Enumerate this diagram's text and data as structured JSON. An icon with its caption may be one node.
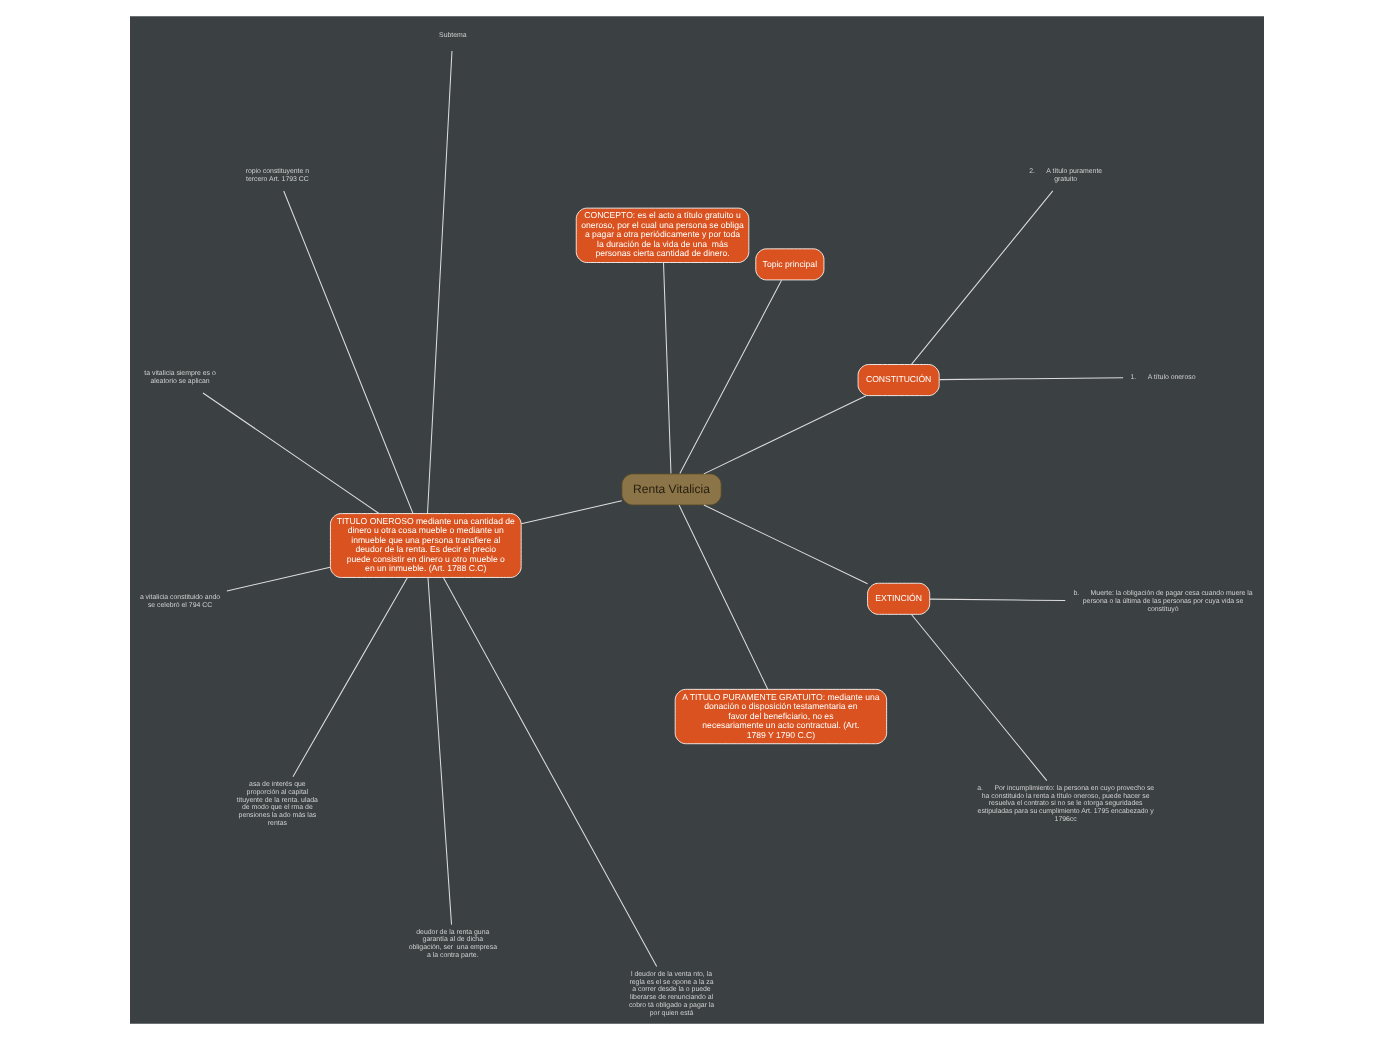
{
  "diagram": {
    "nodes": [
      {
        "text": [
          "Renta Vitalicia"
        ]
      },
      {
        "text": [
          "CONSTITUCIÓN"
        ]
      },
      {
        "text": [
          "1.      A título oneroso"
        ]
      },
      {
        "text": [
          "2.      A título puramente gratuito"
        ]
      },
      {
        "text": [
          "Topic principal"
        ]
      },
      {
        "text": [
          "CONCEPTO: es el acto a título gratuito u oneroso, por el cual una persona se obliga a pagar a otra periódicamente y por toda la duración de la vida de una  más personas cierta cantidad de dinero."
        ]
      },
      {
        "text": [
          "TITULO ONEROSO mediante una cantidad de dinero u otra cosa mueble o mediante un inmueble que una persona transfiere al deudor de la renta. Es decir el precio puede consistir en dinero u otro mueble o en un inmueble. (Art. 1788 C.C)"
        ]
      },
      {
        "text": [
          "Subtema"
        ]
      },
      {
        "text": [
          "ropio constituyente n tercero Art. 1793 CC"
        ]
      },
      {
        "text": [
          "ta vitalicia siempre es o aleatorio se aplican"
        ]
      },
      {
        "text": [
          "a vitalicia constituido ando se celebró el 794 CC"
        ]
      },
      {
        "text": [
          "asa de interés que proporción al capital tituyente de la renta. ulada de modo que el rma de pensiones la ado más las rentas"
        ]
      },
      {
        "text": [
          "deudor de la renta guna garantía al de dicha obligación, ser  una empresa a la contra parte."
        ]
      },
      {
        "text": [
          "l deudor de la venta nto, la regla es el se opone a la za a correr desde la o puede liberarse de renunciando al cobro tá obligado a pagar la por quien está"
        ]
      },
      {
        "text": [
          "A TITULO PURAMENTE GRATUITO: mediante una donación o disposición testamentaria en favor del beneficiario, no es necesariamente un acto contractual. (Art. 1789 Y 1790 C.C)"
        ]
      },
      {
        "text": [
          "EXTINCIÓN"
        ]
      },
      {
        "text": [
          "a.      Por incumplimiento: la persona en cuyo provecho se ha constituido la renta a título oneroso, puede hacer se resuelva el contrato si no se le otorga seguridades estipuladas para su cumplimiento Art. 1795 encabezado y 1796cc"
        ]
      },
      {
        "text": [
          "b.      Muerte: la obligación de pagar cesa cuando muere la persona o la última de las personas por cuya vida se constituyó"
        ]
      }
    ],
    "edges": [
      {
        "from": 0,
        "to": 1,
        "arrow": "none"
      },
      {
        "from": 1,
        "to": 2,
        "arrow": "none"
      },
      {
        "from": 1,
        "to": 3,
        "arrow": "none"
      },
      {
        "from": 0,
        "to": 4,
        "arrow": "none"
      },
      {
        "from": 0,
        "to": 5,
        "arrow": "none"
      },
      {
        "from": 0,
        "to": 6,
        "arrow": "none"
      },
      {
        "from": 6,
        "to": 7,
        "arrow": "none"
      },
      {
        "from": 6,
        "to": 8,
        "arrow": "none"
      },
      {
        "from": 6,
        "to": 9,
        "arrow": "none"
      },
      {
        "from": 6,
        "to": 10,
        "arrow": "none"
      },
      {
        "from": 6,
        "to": 11,
        "arrow": "none"
      },
      {
        "from": 6,
        "to": 12,
        "arrow": "none"
      },
      {
        "from": 6,
        "to": 13,
        "arrow": "none"
      },
      {
        "from": 0,
        "to": 14,
        "arrow": "none"
      },
      {
        "from": 0,
        "to": 15,
        "arrow": "none"
      },
      {
        "from": 15,
        "to": 16,
        "arrow": "none"
      },
      {
        "from": 15,
        "to": 17,
        "arrow": "none"
      }
    ]
  }
}
